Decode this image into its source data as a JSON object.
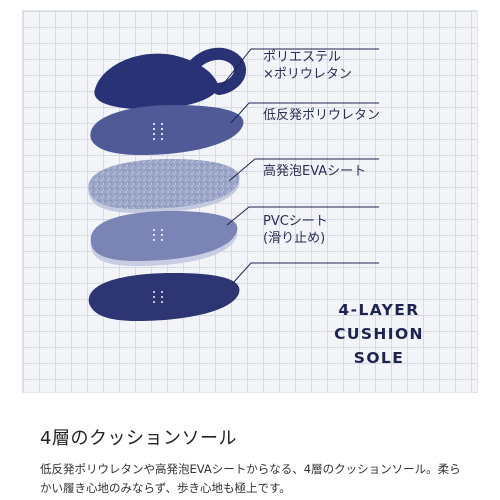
{
  "diagram": {
    "layers": [
      {
        "label_lines": [
          "ポリエステル",
          "×ポリウレタン"
        ]
      },
      {
        "label_lines": [
          "低反発ポリウレタン"
        ]
      },
      {
        "label_lines": [
          "高発泡EVAシート"
        ]
      },
      {
        "label_lines": [
          "PVCシート",
          "(滑り止め)"
        ]
      }
    ],
    "brand_lines": [
      "4-LAYER",
      "CUSHION",
      "SOLE"
    ],
    "colors": {
      "navy": "#283275",
      "slate": "#4f5a96",
      "foam": "#9aa4c6",
      "pvc": "#7a84b5",
      "sole_bottom": "#2d3673",
      "lines": "#1e2350"
    }
  },
  "caption": {
    "heading": "4層のクッションソール",
    "body": "低反発ポリウレタンや高発泡EVAシートからなる、4層のクッションソール。柔らかい履き心地のみならず、歩き心地も極上です。"
  }
}
